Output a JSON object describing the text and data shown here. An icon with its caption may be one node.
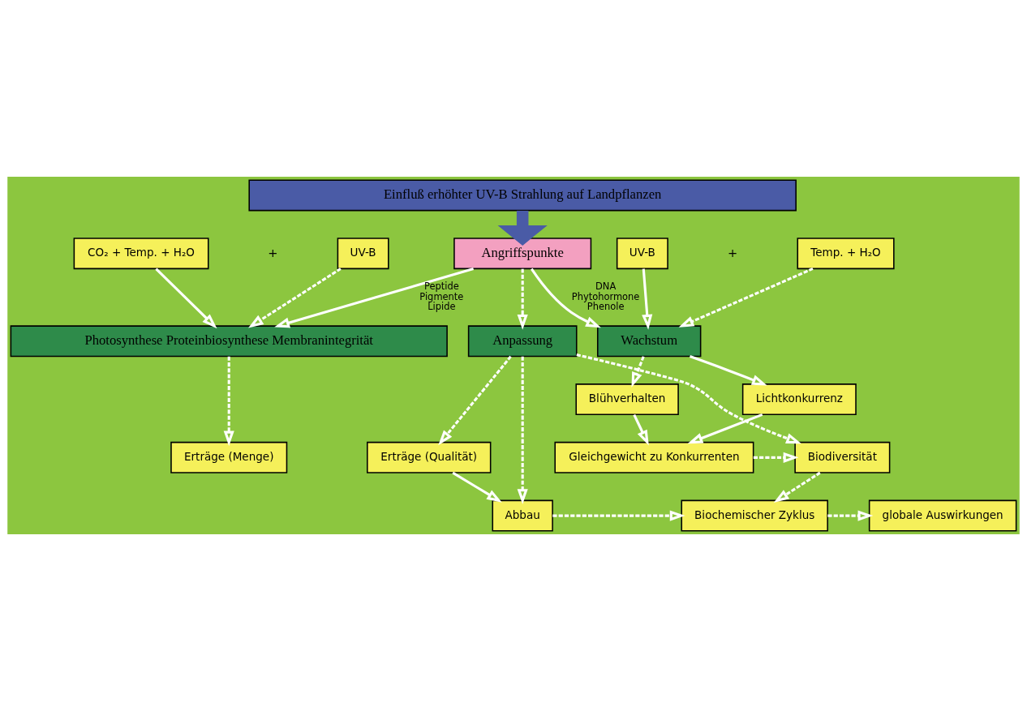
{
  "diagram": {
    "nodes": [
      {
        "text": [
          "Einfluß erhöhter UV-B Strahlung auf Landpflanzen"
        ]
      },
      {
        "text": [
          "Angriffspunkte"
        ]
      },
      {
        "text": [
          "CO₂ + Temp. + H₂O"
        ]
      },
      {
        "text": [
          "UV-B"
        ]
      },
      {
        "text": [
          "Photosynthese Proteinbiosynthese Membranintegrität"
        ]
      },
      {
        "text": [
          "Anpassung"
        ]
      },
      {
        "text": [
          "UV-B"
        ]
      },
      {
        "text": [
          "Temp. + H₂O"
        ]
      },
      {
        "text": [
          "Wachstum"
        ]
      },
      {
        "text": [
          "Lichtkonkurrenz"
        ]
      },
      {
        "text": [
          "Blühverhalten"
        ]
      },
      {
        "text": [
          "Erträge (Menge)"
        ]
      },
      {
        "text": [
          "Erträge (Qualität)"
        ]
      },
      {
        "text": [
          "Biodiversität"
        ]
      },
      {
        "text": [
          "Gleichgewicht zu Konkurrenten"
        ]
      },
      {
        "text": [
          "Abbau"
        ]
      },
      {
        "text": [
          "Biochemischer Zyklus"
        ]
      },
      {
        "text": [
          "globale Auswirkungen"
        ]
      }
    ],
    "edges": [
      {
        "from": 0,
        "to": 1,
        "arrow": "to",
        "style": "thick",
        "color": "#4a5ba6"
      },
      {
        "from": 1,
        "to": 4,
        "arrow": "to",
        "label": "Peptide Pigmente Lipide"
      },
      {
        "from": 1,
        "to": 5,
        "arrow": "to",
        "style": "dashed"
      },
      {
        "from": 1,
        "to": 8,
        "arrow": "to",
        "label": "DNA Phytohormone Phenole"
      },
      {
        "from": 2,
        "to": 4,
        "arrow": "to"
      },
      {
        "from": 3,
        "to": 4,
        "arrow": "to",
        "style": "dashed"
      },
      {
        "from": 6,
        "to": 8,
        "arrow": "to"
      },
      {
        "from": 7,
        "to": 8,
        "arrow": "to",
        "style": "dashed"
      },
      {
        "from": 4,
        "to": 11,
        "arrow": "to",
        "style": "dashed"
      },
      {
        "from": 5,
        "to": 12,
        "arrow": "to",
        "style": "dashed"
      },
      {
        "from": 5,
        "to": 15,
        "arrow": "to",
        "style": "dashed"
      },
      {
        "from": 5,
        "to": 13,
        "arrow": "to",
        "style": "dashed"
      },
      {
        "from": 8,
        "to": 10,
        "arrow": "to",
        "style": "dashed"
      },
      {
        "from": 8,
        "to": 9,
        "arrow": "to"
      },
      {
        "from": 9,
        "to": 14,
        "arrow": "to"
      },
      {
        "from": 10,
        "to": 14,
        "arrow": "to"
      },
      {
        "from": 14,
        "to": 13,
        "arrow": "to",
        "style": "dashed"
      },
      {
        "from": 12,
        "to": 15,
        "arrow": "to"
      },
      {
        "from": 13,
        "to": 16,
        "arrow": "to",
        "style": "dashed"
      },
      {
        "from": 15,
        "to": 16,
        "arrow": "to",
        "style": "dashed"
      },
      {
        "from": 16,
        "to": 17,
        "arrow": "to",
        "style": "dashed"
      }
    ],
    "labels": [
      "+",
      "+"
    ]
  }
}
